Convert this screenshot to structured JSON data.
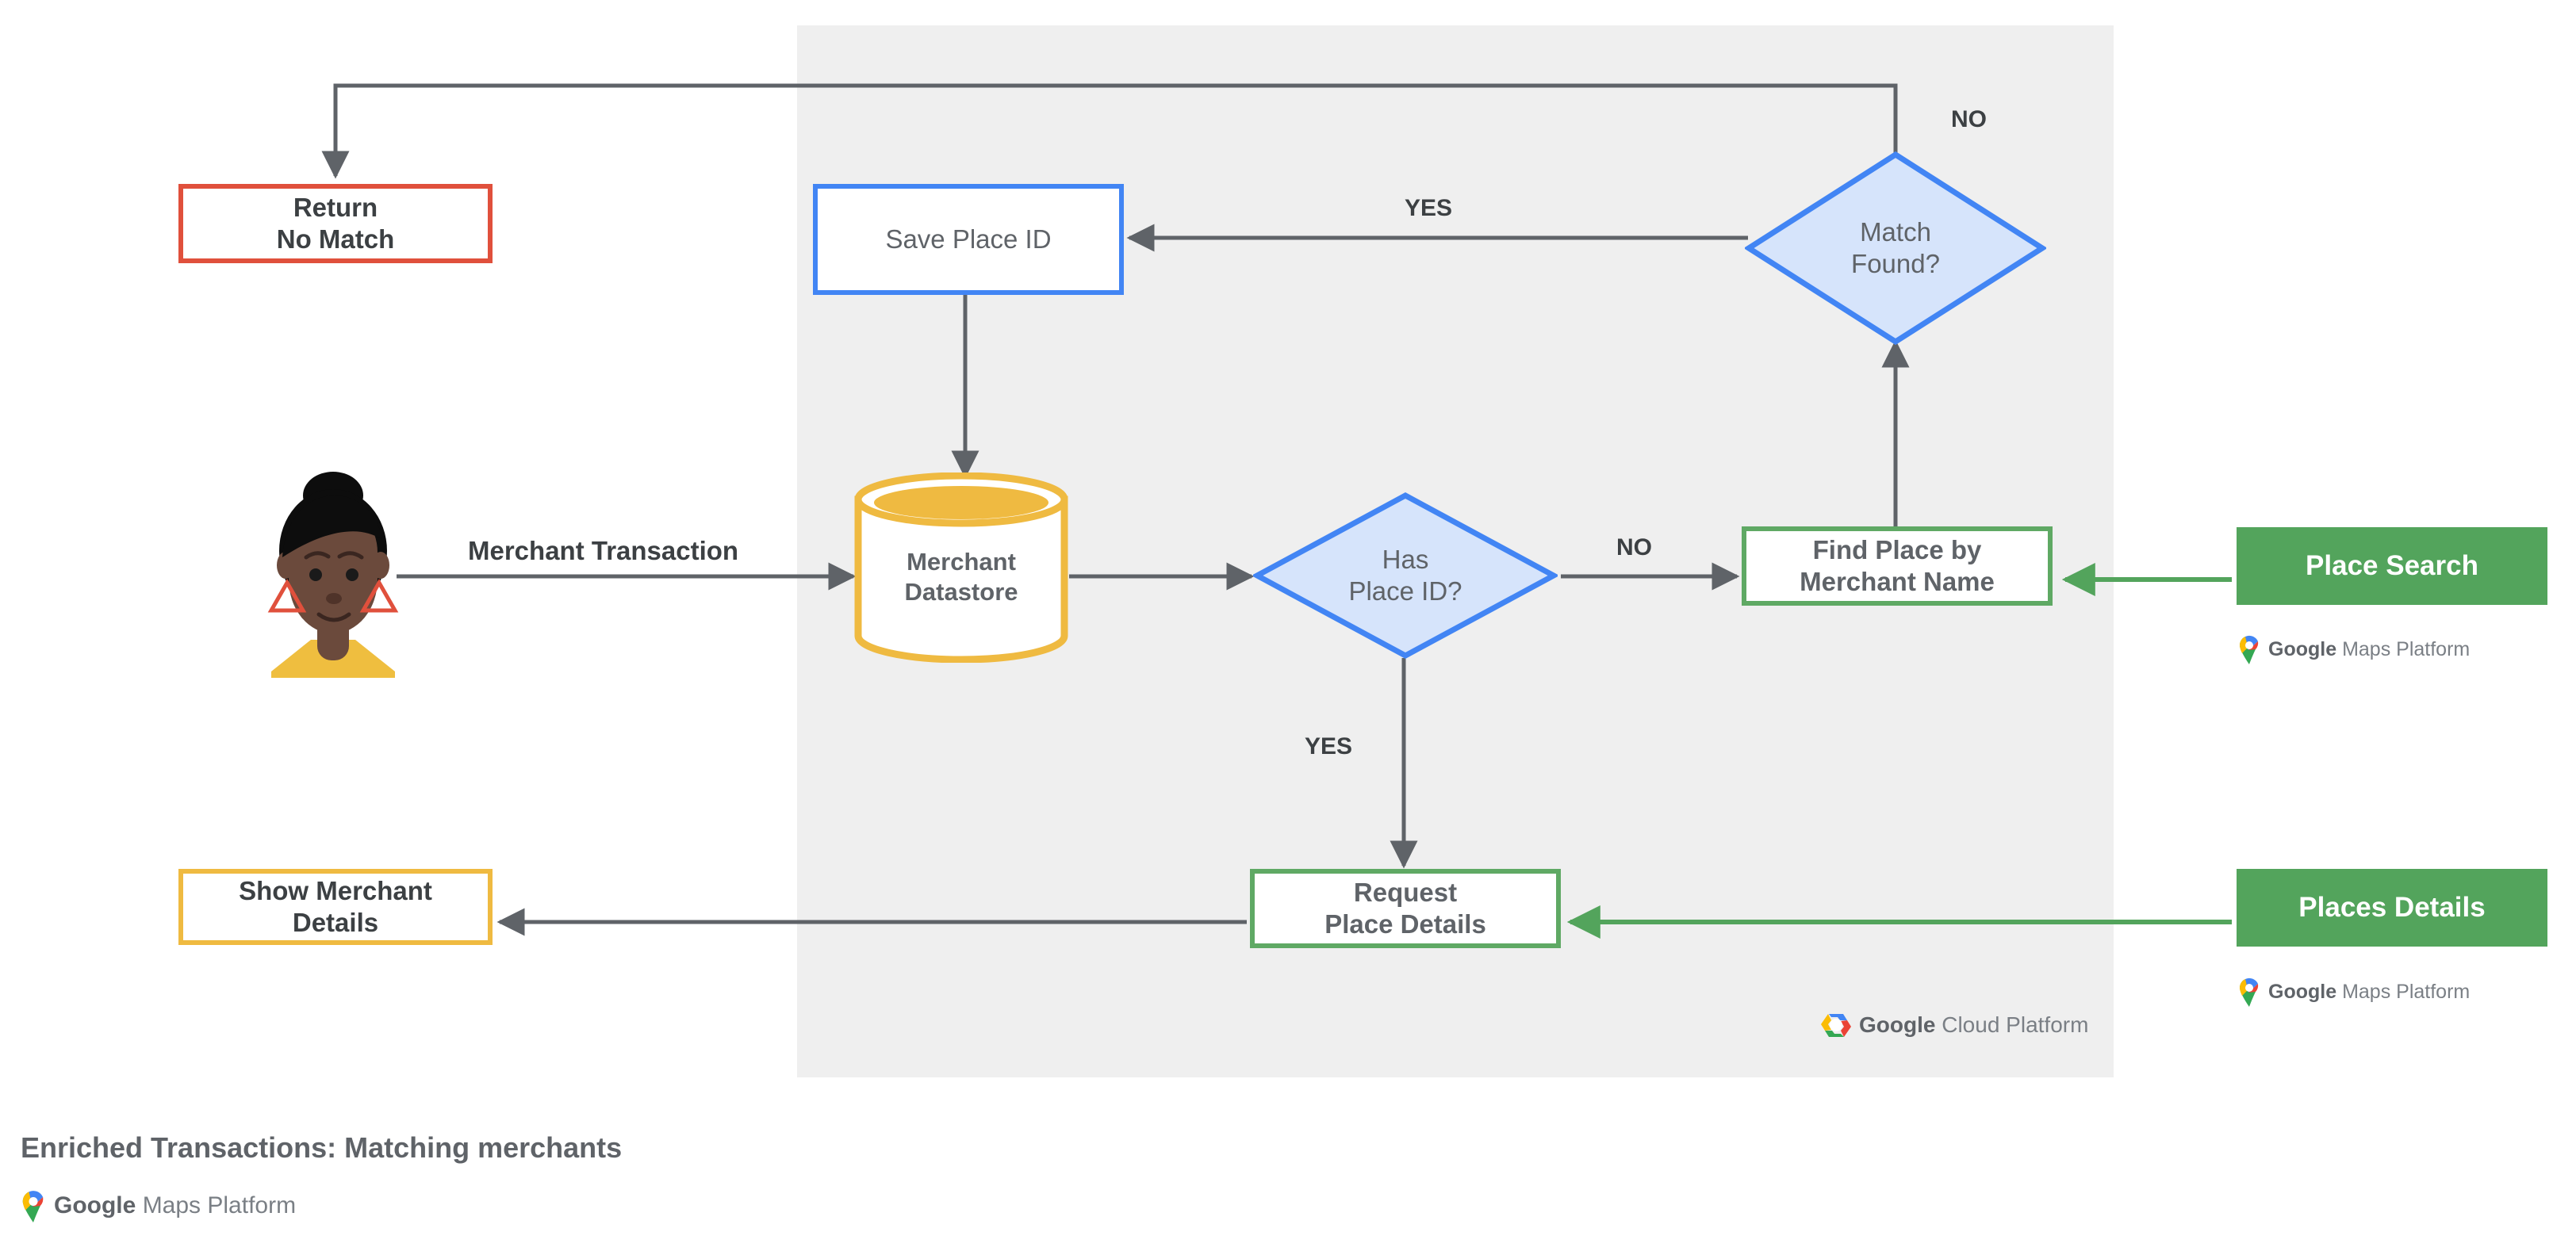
{
  "diagram": {
    "caption": "Enriched Transactions: Matching merchants",
    "panel_name": "Google Cloud Platform",
    "colors": {
      "panel_bg": "#efefef",
      "page_bg": "#ffffff",
      "red": "#E0503C",
      "blue": "#4285F4",
      "blue_fill": "#D6E4FB",
      "green": "#5FA964",
      "green_solid": "#53A45C",
      "yellow": "#EFBA41",
      "connector": "#5f6368",
      "text": "#3c4043",
      "text_muted": "#5f6368"
    },
    "nodes": {
      "return_no_match": {
        "label": "Return\nNo Match",
        "shape": "rectangle",
        "border": "#E0503C"
      },
      "save_place_id": {
        "label": "Save Place ID",
        "shape": "rectangle",
        "border": "#4285F4"
      },
      "match_found": {
        "label": "Match\nFound?",
        "shape": "diamond",
        "border": "#4285F4",
        "fill": "#D6E4FB"
      },
      "merchant_datastore": {
        "label": "Merchant\nDatastore",
        "shape": "cylinder",
        "border": "#EFBA41"
      },
      "has_place_id": {
        "label": "Has\nPlace ID?",
        "shape": "diamond",
        "border": "#4285F4",
        "fill": "#D6E4FB"
      },
      "find_place_by_merchant_name": {
        "label": "Find Place by\nMerchant Name",
        "shape": "rectangle",
        "border": "#5FA964"
      },
      "request_place_details": {
        "label": "Request\nPlace Details",
        "shape": "rectangle",
        "border": "#5FA964"
      },
      "show_merchant_details": {
        "label": "Show Merchant\nDetails",
        "shape": "rectangle",
        "border": "#EFBA41"
      },
      "place_search": {
        "label": "Place Search",
        "shape": "rectangle-filled",
        "fill": "#53A45C"
      },
      "places_details": {
        "label": "Places Details",
        "shape": "rectangle-filled",
        "fill": "#53A45C"
      },
      "customer": {
        "label": "customer-avatar",
        "shape": "illustration"
      }
    },
    "edge_labels": {
      "merchant_transaction": "Merchant Transaction",
      "match_found_no": "NO",
      "match_found_yes": "YES",
      "has_place_id_no": "NO",
      "has_place_id_yes": "YES"
    },
    "lockups": {
      "maps_bold": "Google",
      "maps_light": "Maps Platform",
      "cloud_bold": "Google",
      "cloud_light": "Cloud Platform"
    }
  }
}
